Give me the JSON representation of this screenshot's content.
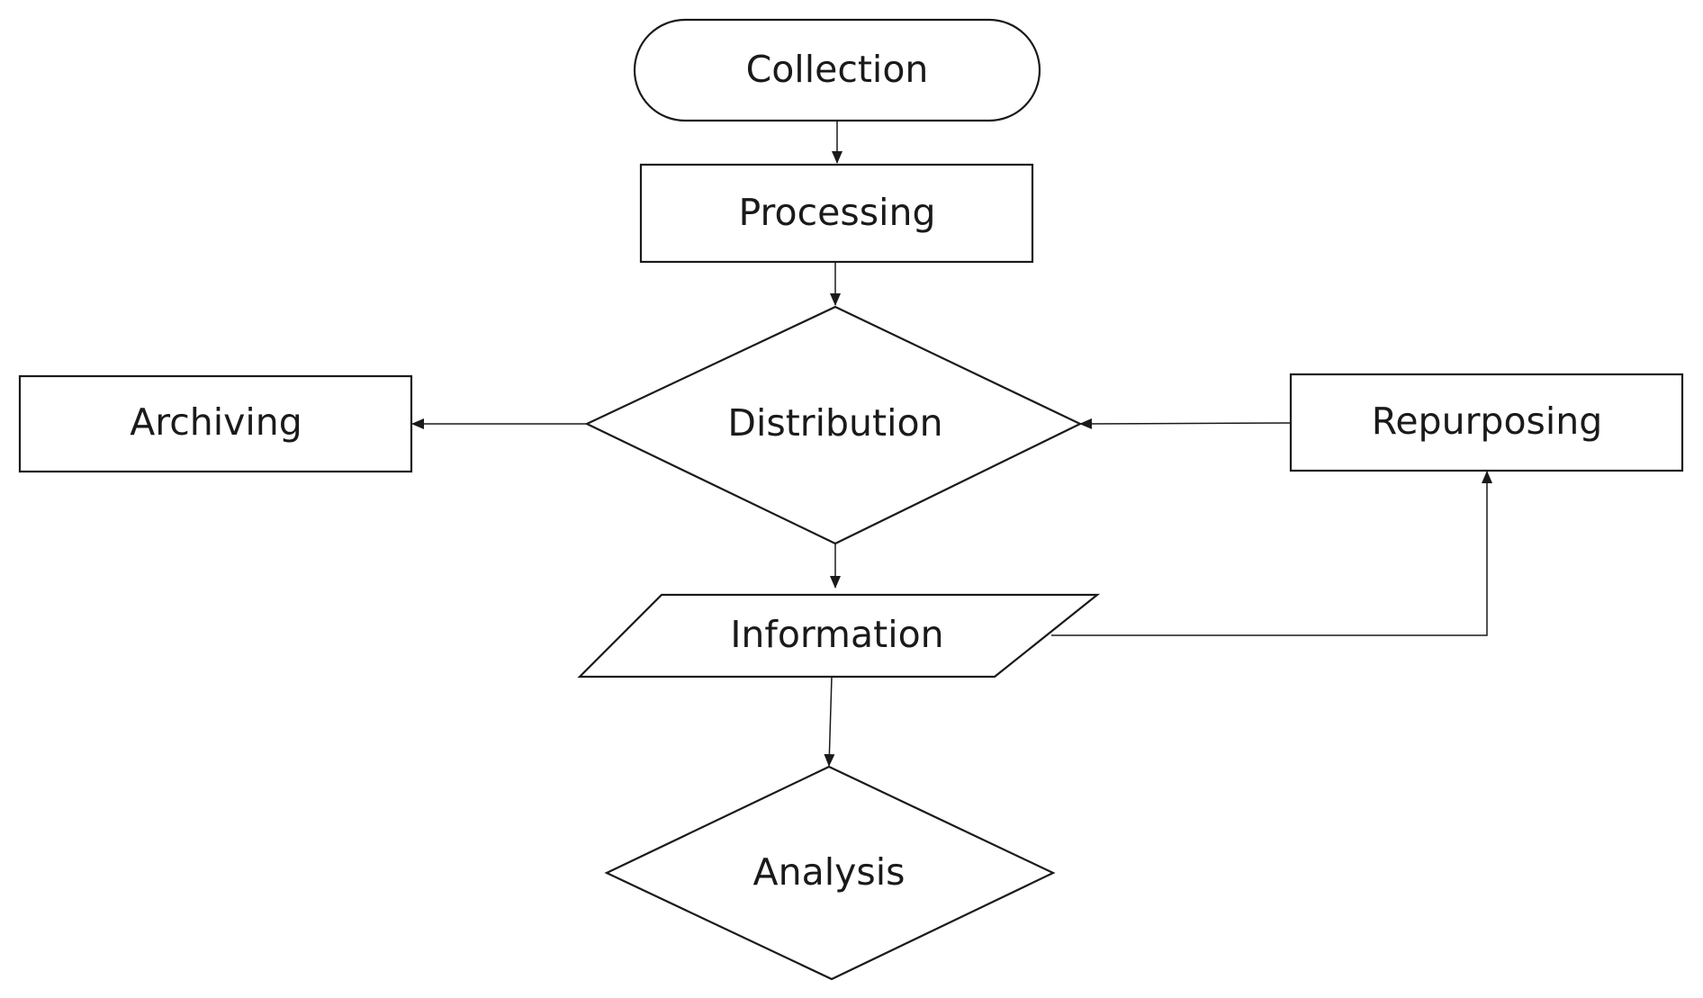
{
  "nodes": {
    "collection": {
      "label": "Collection",
      "shape": "terminator"
    },
    "processing": {
      "label": "Processing",
      "shape": "process"
    },
    "distribution": {
      "label": "Distribution",
      "shape": "decision"
    },
    "archiving": {
      "label": "Archiving",
      "shape": "process"
    },
    "repurposing": {
      "label": "Repurposing",
      "shape": "process"
    },
    "information": {
      "label": "Information",
      "shape": "data"
    },
    "analysis": {
      "label": "Analysis",
      "shape": "decision"
    }
  },
  "edges": [
    {
      "from": "collection",
      "to": "processing"
    },
    {
      "from": "processing",
      "to": "distribution"
    },
    {
      "from": "distribution",
      "to": "archiving"
    },
    {
      "from": "repurposing",
      "to": "distribution"
    },
    {
      "from": "distribution",
      "to": "information"
    },
    {
      "from": "information",
      "to": "repurposing"
    },
    {
      "from": "information",
      "to": "analysis"
    }
  ],
  "colors": {
    "stroke": "#1a1a1a",
    "fill": "#ffffff"
  }
}
